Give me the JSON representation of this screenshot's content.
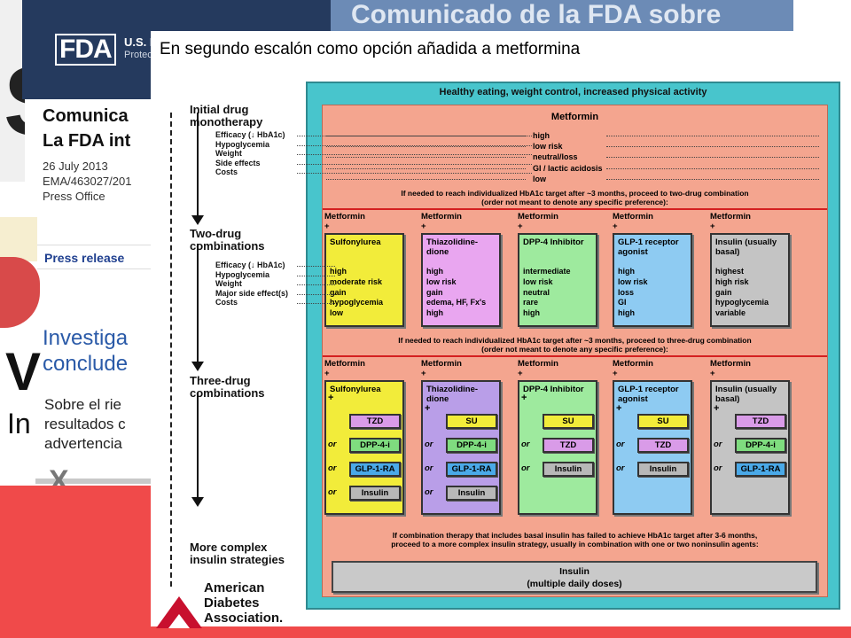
{
  "background_slide": {
    "fda_logo_text": "FDA",
    "fda_us": "U.S. F",
    "fda_protect": "Protec",
    "comunicado": "Comunicado de la FDA sobre",
    "heading_line1": "Comunica",
    "heading_line2": "La FDA int",
    "date": "26 July 2013",
    "ema_ref": "EMA/463027/201",
    "press_office": "Press Office",
    "press_release": "Press release",
    "investiga_line1": "Investiga",
    "investiga_line2": "conclude",
    "body_line1": "Sobre el rie",
    "body_line2": "resultados c",
    "body_line3": "advertencia",
    "big_s": "S",
    "big_v": "V",
    "big_in": "In",
    "big_x": "X"
  },
  "overlay": {
    "title": "En segundo escalón como opción añadida a metformina"
  },
  "steps": {
    "initial": "Initial drug\nmonotherapy",
    "initial_items": [
      "Efficacy (↓ HbA1c)",
      "Hypoglycemia",
      "Weight",
      "Side effects",
      "Costs"
    ],
    "two_drug": "Two-drug\ncombinations",
    "two_drug_items": [
      "Efficacy (↓ HbA1c)",
      "Hypoglycemia",
      "Weight",
      "Major side effect(s)",
      "Costs"
    ],
    "three_drug": "Three-drug\ncombinations",
    "complex": "More complex\ninsulin strategies"
  },
  "diagram": {
    "banner": "Healthy eating, weight control, increased physical activity",
    "metformin_title": "Metformin",
    "metformin_values": [
      "high",
      "low risk",
      "neutral/loss",
      "GI / lactic acidosis",
      "low"
    ],
    "note_two": "If needed to reach individualized HbA1c target after ~3 months, proceed to two-drug combination\n(order not meant to denote any specific preference):",
    "note_three": "If needed to reach individualized HbA1c target after ~3 months, proceed to three-drug combination\n(order not meant to denote any specific preference):",
    "note_insulin": "If combination therapy that includes basal insulin has failed to achieve HbA1c target after 3-6 months,\nproceed to a more complex insulin strategy, usually in combination with one or two noninsulin agents:",
    "col_head": "Metformin\n+",
    "columns": [
      {
        "name": "Sulfonylurea",
        "color": "#f2ec3a",
        "values": [
          "high",
          "moderate risk",
          "gain",
          "hypoglycemia",
          "low"
        ],
        "subs": [
          {
            "label": "TZD",
            "color": "#d99be8"
          },
          {
            "label": "DPP-4-i",
            "color": "#7fdc7f"
          },
          {
            "label": "GLP-1-RA",
            "color": "#4aa9e8"
          },
          {
            "label": "Insulin",
            "color": "#b8b8b8"
          }
        ]
      },
      {
        "name": "Thiazolidine-\ndione",
        "color": "#e9a6f0",
        "values": [
          "high",
          "low risk",
          "gain",
          "edema, HF, Fx's",
          "high"
        ],
        "subs": [
          {
            "label": "SU",
            "color": "#f2ec3a"
          },
          {
            "label": "DPP-4-i",
            "color": "#7fdc7f"
          },
          {
            "label": "GLP-1-RA",
            "color": "#4aa9e8"
          },
          {
            "label": "Insulin",
            "color": "#b8b8b8"
          }
        ]
      },
      {
        "name": "DPP-4 Inhibitor",
        "color": "#9eea9e",
        "values": [
          "intermediate",
          "low risk",
          "neutral",
          "rare",
          "high"
        ],
        "subs": [
          {
            "label": "SU",
            "color": "#f2ec3a"
          },
          {
            "label": "TZD",
            "color": "#d99be8"
          },
          {
            "label": "Insulin",
            "color": "#b8b8b8"
          }
        ]
      },
      {
        "name": "GLP-1 receptor\nagonist",
        "color": "#8ecbf2",
        "values": [
          "high",
          "low risk",
          "loss",
          "GI",
          "high"
        ],
        "subs": [
          {
            "label": "SU",
            "color": "#f2ec3a"
          },
          {
            "label": "TZD",
            "color": "#d99be8"
          },
          {
            "label": "Insulin",
            "color": "#b8b8b8"
          }
        ]
      },
      {
        "name": "Insulin (usually\nbasal)",
        "color": "#c4c4c4",
        "values": [
          "highest",
          "high risk",
          "gain",
          "hypoglycemia",
          "variable"
        ],
        "subs": [
          {
            "label": "TZD",
            "color": "#d99be8"
          },
          {
            "label": "DPP-4-i",
            "color": "#7fdc7f"
          },
          {
            "label": "GLP-1-RA",
            "color": "#4aa9e8"
          }
        ]
      }
    ],
    "three_box_colors": [
      "#f2ec3a",
      "#b99ee8",
      "#9eea9e",
      "#8ecbf2",
      "#c4c4c4"
    ],
    "or_label": "or",
    "plus_label": "+",
    "insulin_final": "Insulin\n(multiple daily doses)"
  },
  "ada": {
    "line1": "American",
    "line2": "Diabetes",
    "line3": "Association."
  }
}
